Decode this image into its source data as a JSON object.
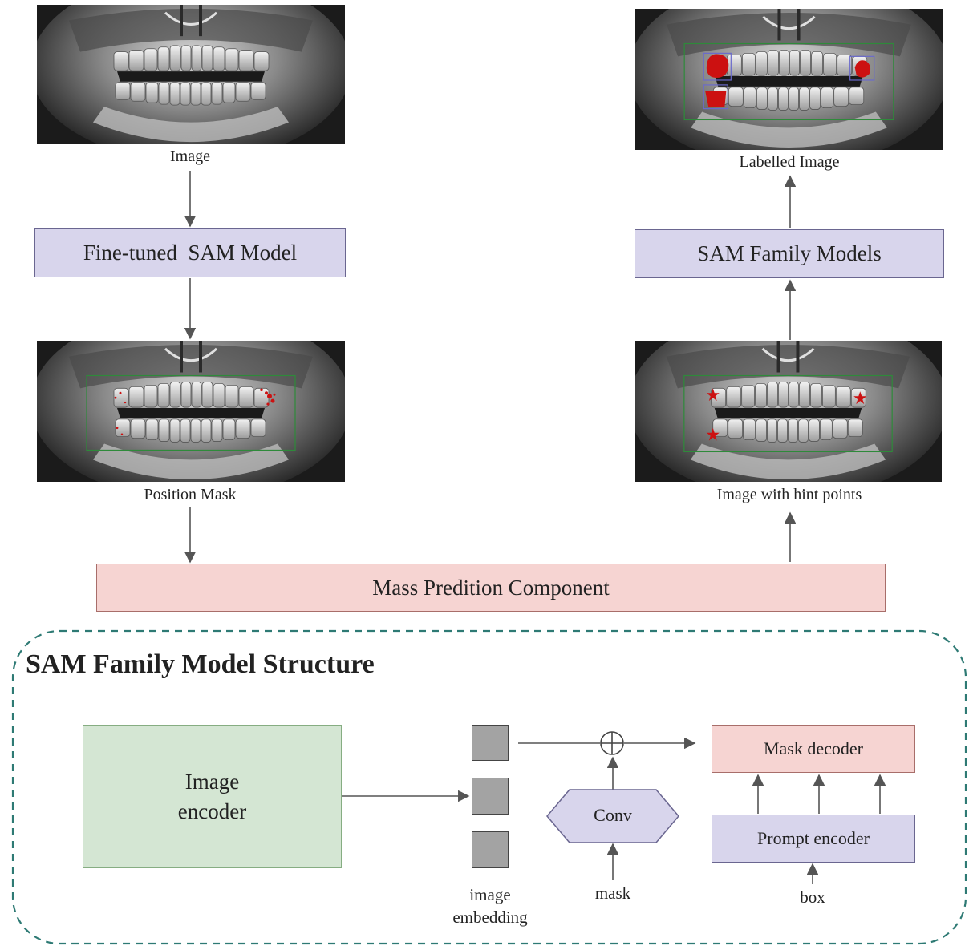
{
  "top_left": {
    "image_caption": "Image",
    "model_label": "Fine-tuned  SAM Model",
    "mask_caption": "Position Mask"
  },
  "top_right": {
    "labelled_caption": "Labelled Image",
    "model_label": "SAM Family Models",
    "hint_caption": "Image with hint points"
  },
  "mass_component": "Mass Predition Component",
  "structure": {
    "title": "SAM Family Model Structure",
    "image_encoder_line1": "Image",
    "image_encoder_line2": "encoder",
    "embedding_line1": "image",
    "embedding_line2": "embedding",
    "conv_label": "Conv",
    "mask_label": "mask",
    "mask_decoder": "Mask decoder",
    "prompt_encoder": "Prompt encoder",
    "box_label": "box"
  },
  "colors": {
    "purple_fill": "#d8d5ec",
    "pink_fill": "#f6d4d2",
    "green_fill": "#d4e6d3",
    "dashed_border": "#2e7a74",
    "mark_red": "#cc1111"
  }
}
